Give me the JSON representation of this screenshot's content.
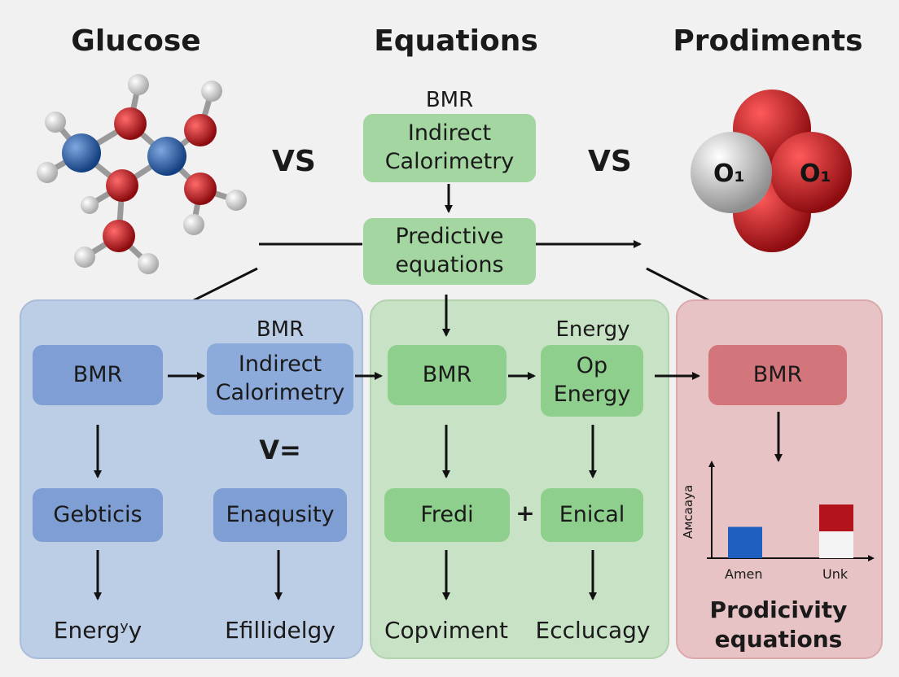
{
  "titles": {
    "left": "Glucose",
    "center": "Equations",
    "right": "Prodiments"
  },
  "top": {
    "bmr_label": "BMR",
    "indirect_calorimetry": "Indirect Calorimetry",
    "vs_left": "VS",
    "vs_right": "VS",
    "predictive_equations": "Predictive equations"
  },
  "oxygen": {
    "label_1": "O₁",
    "label_2": "O₁",
    "colors": {
      "red": "#c8141b",
      "white": "#d6d6d6"
    }
  },
  "blue_panel": {
    "bmr_header": "BMR",
    "bmr_box": "BMR",
    "indirect_calorimetry_box": "Indirect Calorimetry",
    "v_equals": "V=",
    "gebticis": "Gebticis",
    "enaqusity": "Enaqusity",
    "energy_bottom": "Energʸy",
    "efillidelgy": "Efillidelgy"
  },
  "green_panel": {
    "energy_header": "Energy",
    "bmr_box": "BMR",
    "op_energy_box": "Op Energy",
    "fredi_box": "Fredi",
    "plus": "+",
    "enical_box": "Enical",
    "copviment": "Copviment",
    "ecclucagy": "Ecclucagy"
  },
  "red_panel": {
    "bmr_box": "BMR",
    "y_axis_label": "Aмсаауа",
    "bar_label_1": "Amen",
    "bar_label_2": "Unk",
    "footer": "Prodicivity equations"
  },
  "chart_data": {
    "type": "bar",
    "categories": [
      "Amen",
      "Unk"
    ],
    "ylabel": "Aмсаауа",
    "series": [
      {
        "values": [
          0.35,
          0.6
        ]
      }
    ],
    "colors": [
      "#1f5fbf",
      "#b3141b"
    ]
  },
  "colors": {
    "blue_panel": "#bccde6",
    "green_panel": "#c7e2c5",
    "red_panel": "#e8c3c5",
    "blue_box": "#7f9fd4",
    "green_box": "#8fcf8d",
    "red_box": "#d2767c",
    "atom_blue": "#1f5aa8",
    "atom_red": "#c8141b",
    "atom_white": "#e6e6e6"
  }
}
